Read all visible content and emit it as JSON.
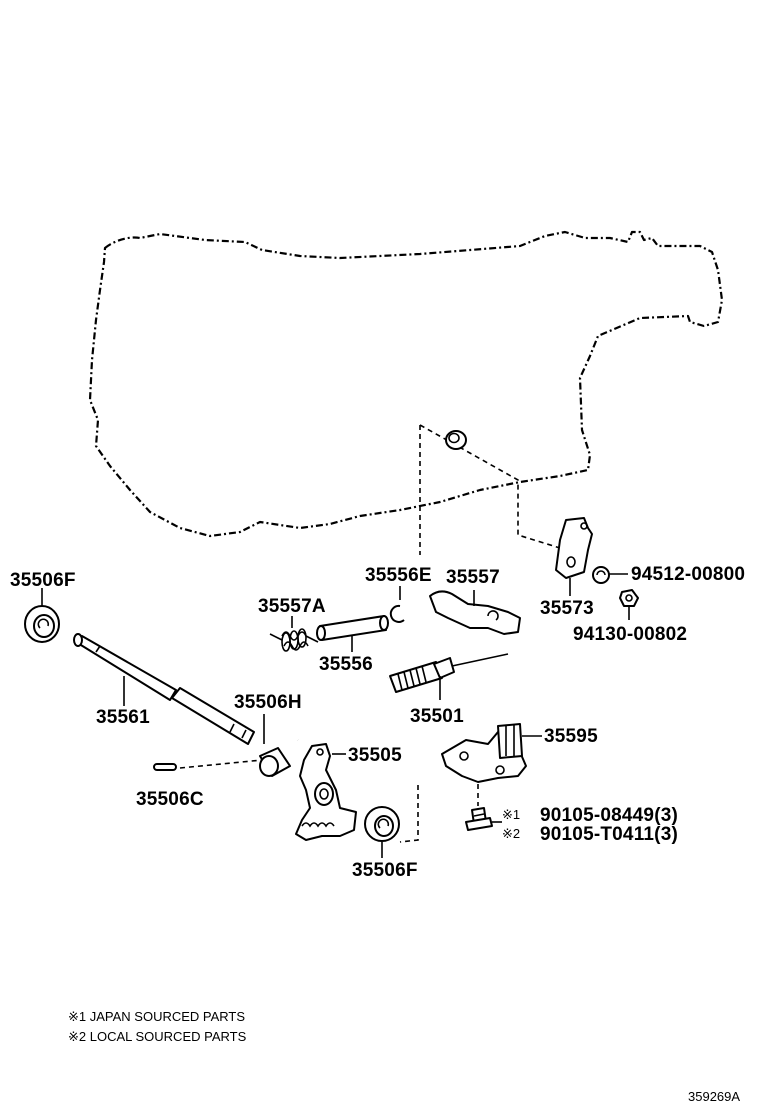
{
  "labels": {
    "p35506F_top": "35506F",
    "p35557A": "35557A",
    "p35556E": "35556E",
    "p35557": "35557",
    "p35573": "35573",
    "p94512": "94512-00800",
    "p94130": "94130-00802",
    "p35556": "35556",
    "p35561": "35561",
    "p35506H": "35506H",
    "p35501": "35501",
    "p35595": "35595",
    "p35505": "35505",
    "p35506C": "35506C",
    "p90105_1_mark": "※1",
    "p90105_1": "90105-08449(3)",
    "p90105_2_mark": "※2",
    "p90105_2": "90105-T0411(3)",
    "p35506F_bottom": "35506F"
  },
  "notes": [
    "※1 JAPAN SOURCED PARTS",
    "※2 LOCAL SOURCED PARTS"
  ],
  "figure_id": "359269A"
}
